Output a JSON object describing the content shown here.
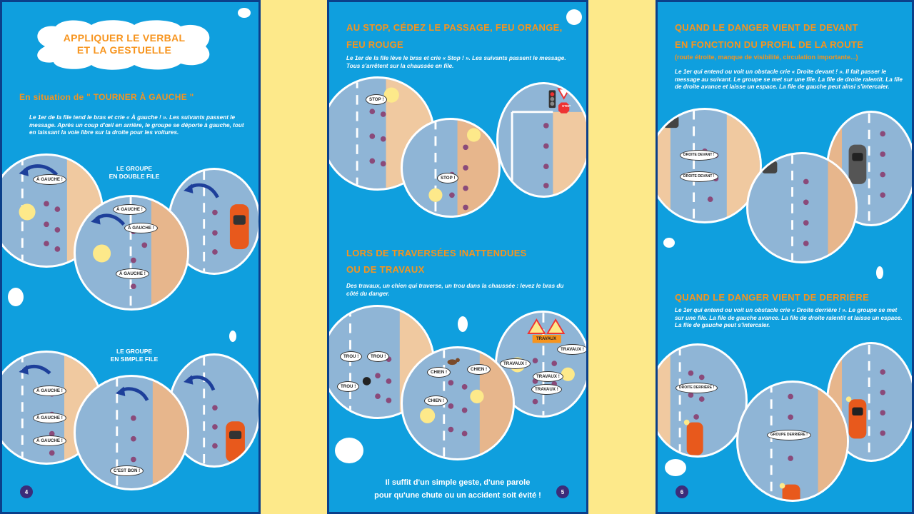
{
  "page4": {
    "title_line1": "APPLIQUER LE VERBAL",
    "title_line2": "ET LA GESTUELLE",
    "section_heading": "En situation de \" TOURNER À GAUCHE \"",
    "paragraph": "Le 1er de la file tend le bras et crie « À gauche ! ». Les suivants passent le message. Après un coup d'œil en arrière, le groupe se déporte à gauche, tout en laissant la voie libre sur la droite pour les voitures.",
    "group_double_line1": "LE GROUPE",
    "group_double_line2": "EN DOUBLE FILE",
    "group_single_line1": "LE GROUPE",
    "group_single_line2": "EN SIMPLE FILE",
    "bubble_a_gauche": "À GAUCHE !",
    "bubble_cest_bon": "C'EST BON !",
    "page_number": "4"
  },
  "page5": {
    "heading1_line1": "AU STOP, CÉDEZ LE PASSAGE, FEU ORANGE,",
    "heading1_line2": "FEU ROUGE",
    "paragraph1": "Le 1er de la file lève le bras et crie « Stop ! ». Les suivants passent le message. Tous s'arrêtent sur la chaussée en file.",
    "bubble_stop": "STOP !",
    "sign_stop": "STOP",
    "heading2_line1": "LORS DE TRAVERSÉES INATTENDUES",
    "heading2_line2": "OU DE TRAVAUX",
    "paragraph2": "Des travaux, un chien qui traverse, un trou dans la chaussée : levez le bras du côté du danger.",
    "bubble_trou": "TROU !",
    "bubble_chien": "CHIEN !",
    "bubble_travaux": "TRAVAUX !",
    "sign_travaux": "TRAVAUX",
    "footer_line1": "Il suffit d'un simple geste, d'une parole",
    "footer_line2": "pour qu'une chute ou un accident soit évité !",
    "page_number": "5"
  },
  "page6": {
    "heading1_line1": "QUAND LE DANGER VIENT DE DEVANT",
    "heading1_line2": "EN FONCTION DU PROFIL DE LA ROUTE",
    "subheading1": "(route étroite, manque de visibilité, circulation importante...)",
    "paragraph1": "Le 1er qui entend ou voit un obstacle crie « Droite devant ! ». Il fait passer le message au suivant. Le groupe se met sur une file. La file de droite ralentit. La file de droite avance et laisse un espace. La file de gauche peut ainsi s'intercaler.",
    "bubble_droite_devant": "DROITE DEVANT !",
    "heading2": "QUAND LE DANGER VIENT DE DERRIÈRE",
    "paragraph2": "Le 1er qui entend ou voit un obstacle crie « Droite derrière ! ». Le groupe se met sur une file. La file de gauche avance. La file de droite ralentit et laisse un espace. La file de gauche peut s'intercaler.",
    "bubble_droite_derriere": "DROITE DERRIÈRE !",
    "bubble_groupe_derriere": "GROUPE DERRIÈRE !",
    "page_number": "6"
  },
  "colors": {
    "page_background": "#fde98a",
    "panel_blue": "#0f9fde",
    "panel_border": "#0b3f8a",
    "heading_orange": "#f7941d",
    "road_grey": "#8fb5d6",
    "sidewalk_beige": "#f0c9a0",
    "car_orange": "#e8591c"
  },
  "icons": [
    "left-turn-arrow-icon",
    "cyclist-icon",
    "car-icon",
    "traffic-light-icon",
    "stop-sign-icon",
    "yield-sign-icon",
    "hole-icon",
    "dog-icon",
    "roadworks-sign-icon",
    "paint-splash-icon"
  ]
}
